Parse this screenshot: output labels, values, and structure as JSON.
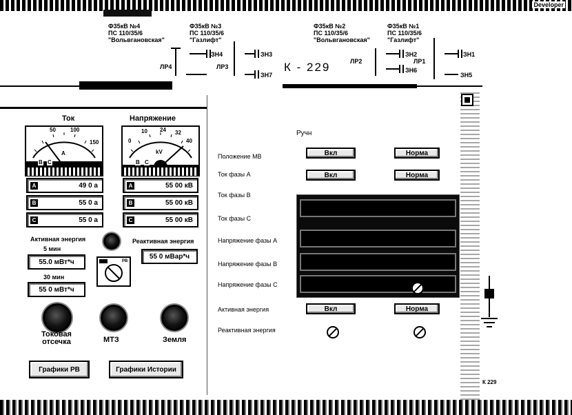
{
  "app": {
    "top_right_title": "Developer",
    "tab_caption": "К 229"
  },
  "scheme": {
    "feeders": [
      {
        "line1": "Ф35кВ №4",
        "line2": "ПС 110/35/6",
        "line3": "\"Вольвгановская\""
      },
      {
        "line1": "Ф35кВ №3",
        "line2": "ПС 110/35/6",
        "line3": "\"Газлифт\""
      },
      {
        "line1": "Ф35кВ №2",
        "line2": "ПС 110/35/6",
        "line3": "\"Вольвгановская\""
      },
      {
        "line1": "Ф35кВ №1",
        "line2": "ПС 110/35/6",
        "line3": "\"Газлифт\""
      }
    ],
    "labels": {
      "lr4": "ЛР4",
      "lr3": "ЛР3",
      "lr2": "ЛР2",
      "lr1": "ЛР1",
      "zn4": "ЗН4",
      "zn3": "ЗН3",
      "zn7": "ЗН7",
      "zn2": "ЗН2",
      "zn1": "ЗН1",
      "zn6": "ЗН6",
      "zn5": "ЗН5"
    },
    "cell_title": "К - 229"
  },
  "meters": {
    "current": {
      "title": "Ток",
      "scale": [
        "50",
        "100",
        "150"
      ],
      "unit": "A",
      "phase_tags": [
        "B",
        "C"
      ],
      "values": [
        {
          "tag": "A",
          "value": "49 0 а"
        },
        {
          "tag": "B",
          "value": "55 0 а"
        },
        {
          "tag": "C",
          "value": "55 0 а"
        }
      ]
    },
    "voltage": {
      "title": "Напряжение",
      "scale": [
        "0",
        "10",
        "24",
        "32",
        "40"
      ],
      "unit": "kV",
      "phase_tags": [
        "B",
        "C"
      ],
      "values": [
        {
          "tag": "A",
          "value": "55 00 кВ"
        },
        {
          "tag": "B",
          "value": "55 00 кВ"
        },
        {
          "tag": "C",
          "value": "55 00 кВ"
        }
      ]
    }
  },
  "energy": {
    "active_label": "Активная энергия",
    "reactive_label": "Реактивная энергия",
    "interval_5": "5 мин",
    "interval_30": "30 мин",
    "active_5_value": "55.0 мВт*ч",
    "active_30_value": "55 0 мВт*ч",
    "reactive_value": "55 0 мВар*ч",
    "switch_label": "РВ"
  },
  "protection": {
    "knobs": [
      {
        "label": "Токовая\nотсечка"
      },
      {
        "label": "МТЗ"
      },
      {
        "label": "Земля"
      }
    ]
  },
  "buttons": {
    "graphs_rv": "Графики РВ",
    "graphs_history": "Графики Истории"
  },
  "dialog": {
    "mode_label": "Ручн",
    "rows": [
      {
        "label": "Положение МВ",
        "left_btn": "Вкл",
        "right_btn": "Норма"
      },
      {
        "label": "Ток фазы А",
        "left_btn": "Вкл",
        "right_btn": "Норма"
      },
      {
        "label": "Ток фазы В",
        "left_btn": "",
        "right_btn": ""
      },
      {
        "label": "Ток фазы С",
        "left_btn": "",
        "right_btn": ""
      },
      {
        "label": "Напряжение фазы А",
        "left_btn": "",
        "right_btn": ""
      },
      {
        "label": "Напряжение фазы В",
        "left_btn": "",
        "right_btn": ""
      },
      {
        "label": "Напряжение фазы С",
        "left_btn": "",
        "right_btn": ""
      },
      {
        "label": "Активная энергия",
        "left_btn": "Вкл",
        "right_btn": "Норма"
      },
      {
        "label": "Реактивная энергия",
        "left_btn": "",
        "right_btn": ""
      }
    ]
  },
  "colors": {
    "panel_bg": "#ffffff",
    "display_bg": "#000000",
    "frame": "#000000"
  }
}
